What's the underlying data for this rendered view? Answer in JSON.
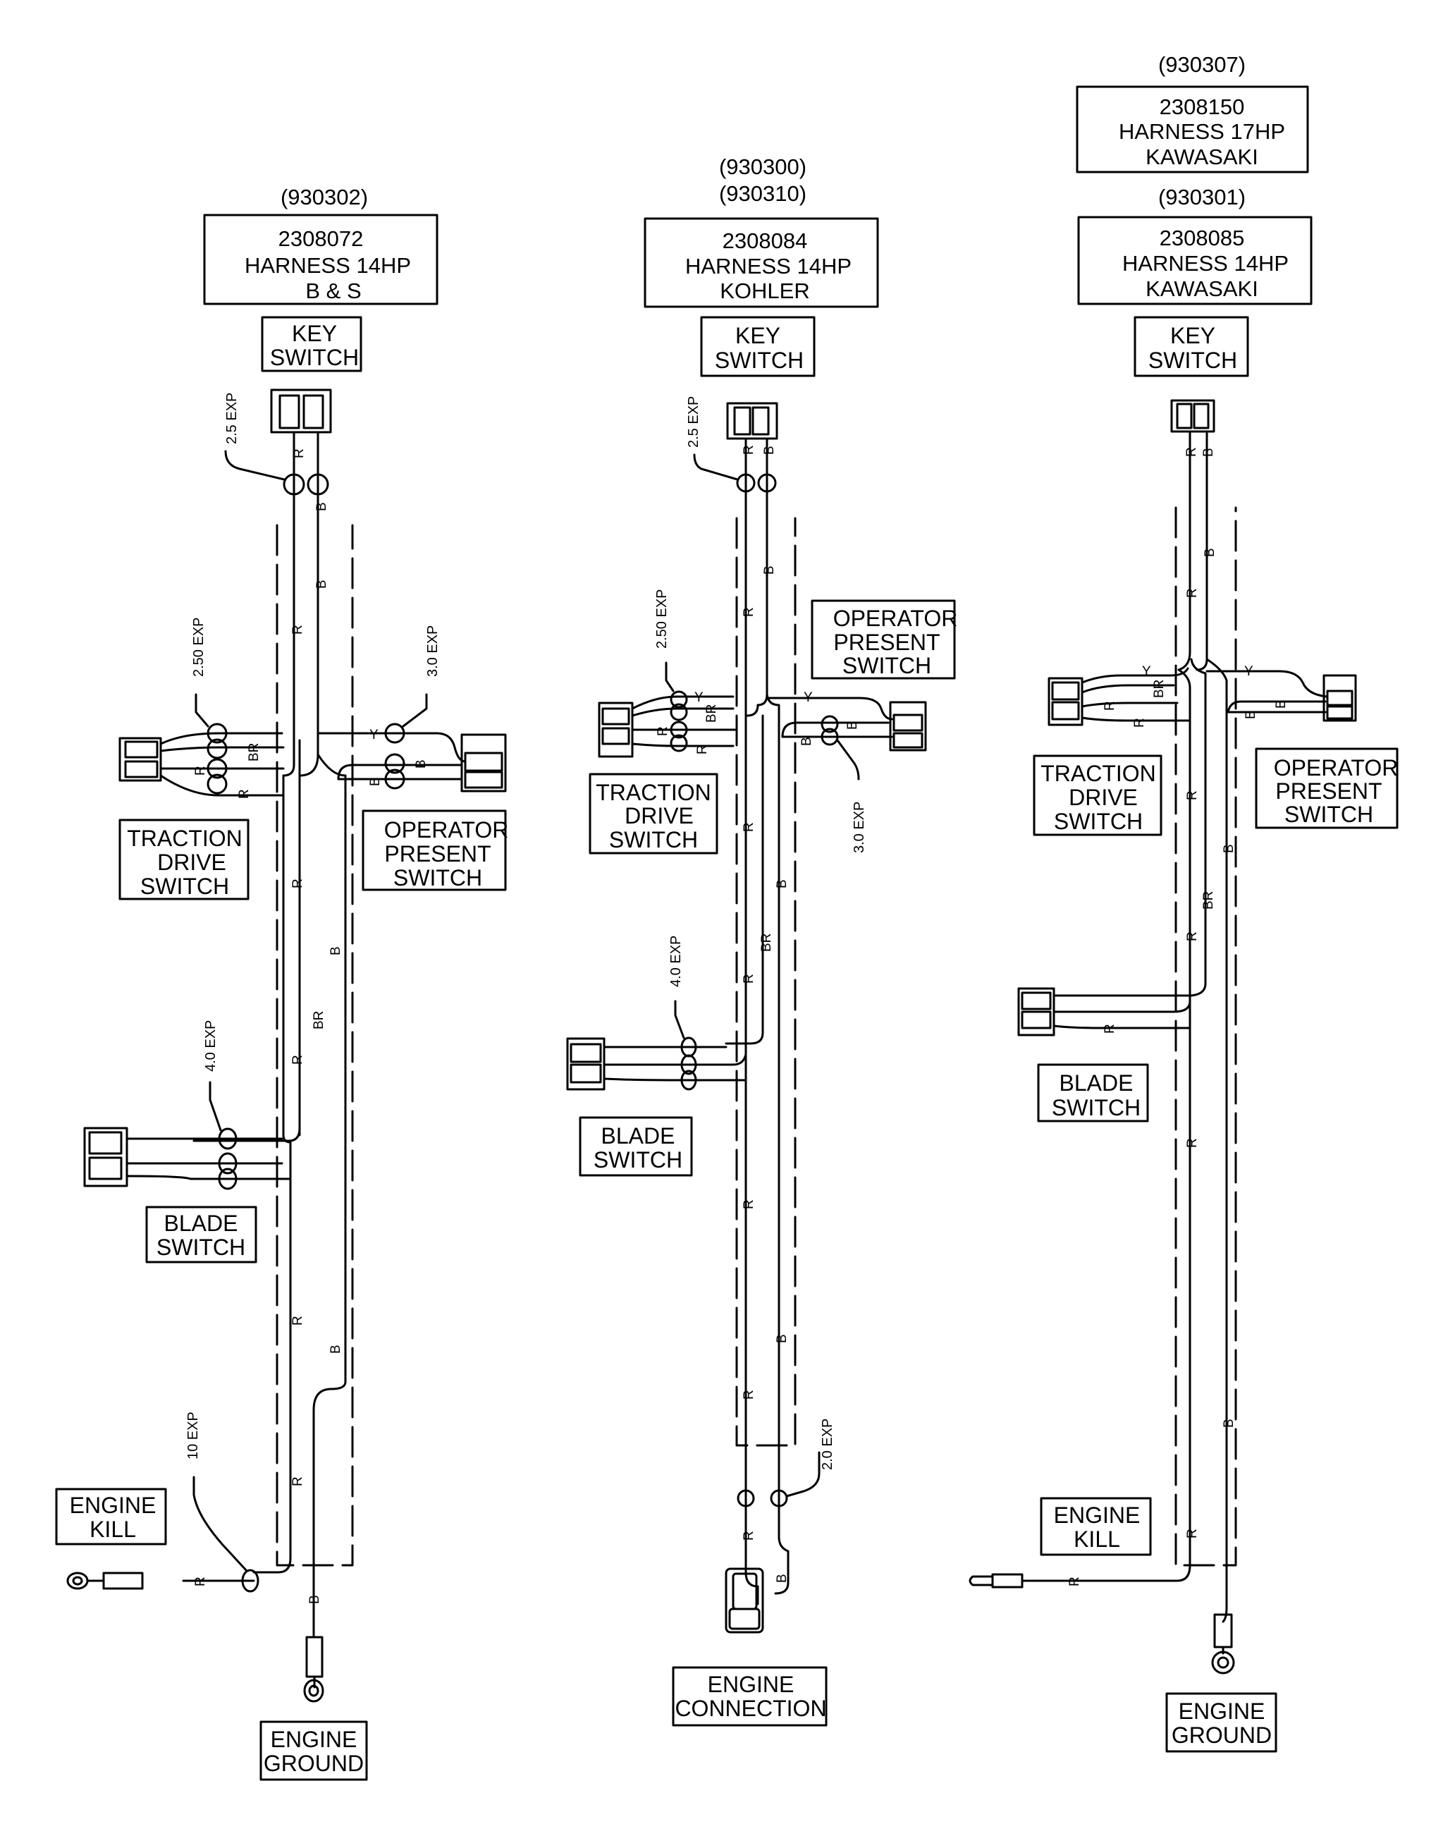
{
  "harness_b_s": {
    "model_code": "(930302)",
    "title": [
      "2308072",
      "HARNESS 14HP",
      "B & S"
    ],
    "key_switch": [
      "KEY",
      "SWITCH"
    ],
    "traction_drive_switch": [
      "TRACTION",
      "DRIVE",
      "SWITCH"
    ],
    "operator_present_switch": [
      "OPERATOR",
      "PRESENT",
      "SWITCH"
    ],
    "blade_switch": [
      "BLADE",
      "SWITCH"
    ],
    "engine_kill": [
      "ENGINE",
      "KILL"
    ],
    "engine_ground": [
      "ENGINE",
      "GROUND"
    ],
    "exp_labels": [
      "2.5 EXP",
      "2.50 EXP",
      "3.0 EXP",
      "4.0 EXP",
      "10 EXP"
    ]
  },
  "harness_kohler": {
    "model_codes": [
      "(930300)",
      "(930310)"
    ],
    "title": [
      "2308084",
      "HARNESS 14HP",
      "KOHLER"
    ],
    "key_switch": [
      "KEY",
      "SWITCH"
    ],
    "operator_present_switch": [
      "OPERATOR",
      "PRESENT",
      "SWITCH"
    ],
    "traction_drive_switch": [
      "TRACTION",
      "DRIVE",
      "SWITCH"
    ],
    "blade_switch": [
      "BLADE",
      "SWITCH"
    ],
    "engine_connection": [
      "ENGINE",
      "CONNECTION"
    ],
    "exp_labels": [
      "2.5 EXP",
      "2.50 EXP",
      "3.0 EXP",
      "4.0 EXP",
      "2.0 EXP"
    ]
  },
  "harness_kawasaki": {
    "model_code_17hp": "(930307)",
    "title_17hp": [
      "2308150",
      "HARNESS 17HP",
      "KAWASAKI"
    ],
    "model_code_14hp": "(930301)",
    "title_14hp": [
      "2308085",
      "HARNESS 14HP",
      "KAWASAKI"
    ],
    "key_switch": [
      "KEY",
      "SWITCH"
    ],
    "traction_drive_switch": [
      "TRACTION",
      "DRIVE",
      "SWITCH"
    ],
    "operator_present_switch": [
      "OPERATOR",
      "PRESENT",
      "SWITCH"
    ],
    "blade_switch": [
      "BLADE",
      "SWITCH"
    ],
    "engine_kill": [
      "ENGINE",
      "KILL"
    ],
    "engine_ground": [
      "ENGINE",
      "GROUND"
    ]
  },
  "wire_codes": {
    "red": "R",
    "black": "B",
    "brown": "BR",
    "yellow": "Y"
  }
}
